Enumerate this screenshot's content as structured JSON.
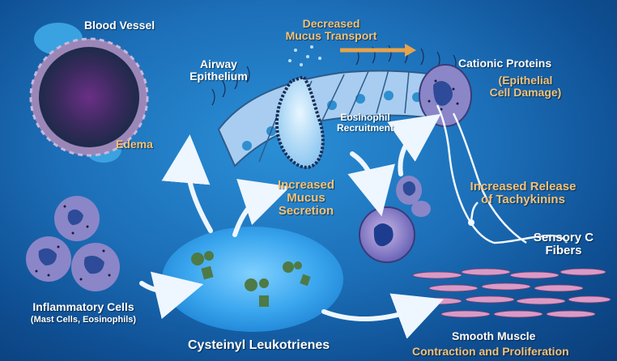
{
  "labels": {
    "blood_vessel": "Blood Vessel",
    "edema": "Edema",
    "decreased_mucus_transport_1": "Decreased",
    "decreased_mucus_transport_2": "Mucus Transport",
    "airway_epithelium_1": "Airway",
    "airway_epithelium_2": "Epithelium",
    "cationic_proteins": "Cationic Proteins",
    "epithelial_damage_1": "(Epithelial",
    "epithelial_damage_2": "Cell Damage)",
    "eosinophil_recruitment_1": "Eosinophil",
    "eosinophil_recruitment_2": "Recruitment",
    "increased_mucus_secretion_1": "Increased",
    "increased_mucus_secretion_2": "Mucus",
    "increased_mucus_secretion_3": "Secretion",
    "increased_release_1": "Increased Release",
    "increased_release_2": "of Tachykinins",
    "sensory_fibers_1": "Sensory C",
    "sensory_fibers_2": "Fibers",
    "inflammatory_cells": "Inflammatory Cells",
    "inflammatory_cells_sub": "(Mast Cells, Eosinophils)",
    "cysteinyl_leukotrienes": "Cysteinyl Leukotrienes",
    "smooth_muscle_1": "Smooth Muscle",
    "smooth_muscle_2": "Contraction and Proliferation"
  },
  "colors": {
    "background": "#1c6fb8",
    "label_white": "#ffffff",
    "label_orange": "#f2c27a",
    "cell_fill": "#9cc4ec",
    "nucleus": "#2f8fd1",
    "muscle": "#d99ac6"
  }
}
